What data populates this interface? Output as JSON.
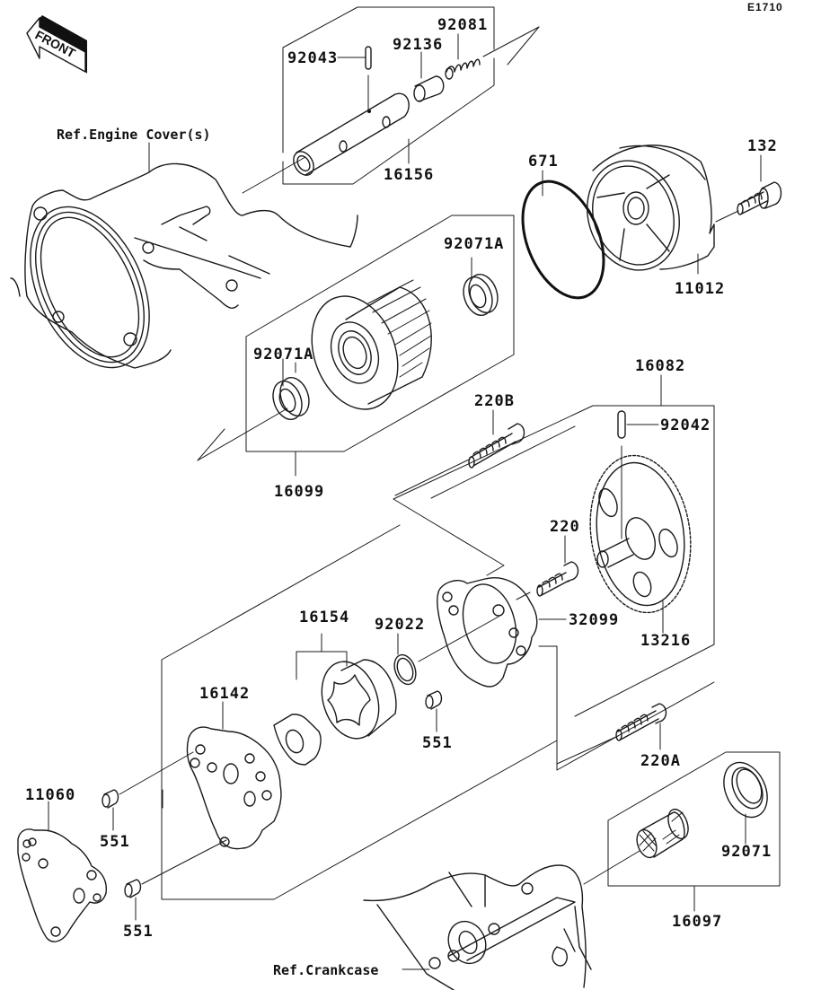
{
  "diagram": {
    "code": "E1710",
    "front_label": "FRONT",
    "references": {
      "engine_cover": "Ref.Engine Cover(s)",
      "crankcase": "Ref.Crankcase"
    },
    "parts": [
      {
        "id": "92043",
        "description": "pin"
      },
      {
        "id": "92136",
        "description": "relief valve piston"
      },
      {
        "id": "92081",
        "description": "spring"
      },
      {
        "id": "16156",
        "description": "relief valve assembly"
      },
      {
        "id": "671",
        "description": "o-ring"
      },
      {
        "id": "132",
        "description": "bolt"
      },
      {
        "id": "11012",
        "description": "oil filter cover"
      },
      {
        "id": "92071A",
        "description": "seal (upper)"
      },
      {
        "id": "92071A",
        "description": "seal (lower)"
      },
      {
        "id": "16099",
        "description": "oil filter assembly"
      },
      {
        "id": "220B",
        "description": "bolt"
      },
      {
        "id": "16082",
        "description": "oil pump assembly"
      },
      {
        "id": "92042",
        "description": "pin"
      },
      {
        "id": "220",
        "description": "bolt"
      },
      {
        "id": "32099",
        "description": "pump body"
      },
      {
        "id": "13216",
        "description": "oil pump gear"
      },
      {
        "id": "16154",
        "description": "rotor set"
      },
      {
        "id": "92022",
        "description": "washer"
      },
      {
        "id": "551",
        "description": "dowel pin (pump body)"
      },
      {
        "id": "16142",
        "description": "pump cover"
      },
      {
        "id": "220A",
        "description": "bolt"
      },
      {
        "id": "11060",
        "description": "gasket"
      },
      {
        "id": "551",
        "description": "dowel pin (upper)"
      },
      {
        "id": "551",
        "description": "dowel pin (lower)"
      },
      {
        "id": "92071",
        "description": "seal"
      },
      {
        "id": "16097",
        "description": "oil strainer assembly"
      }
    ]
  }
}
